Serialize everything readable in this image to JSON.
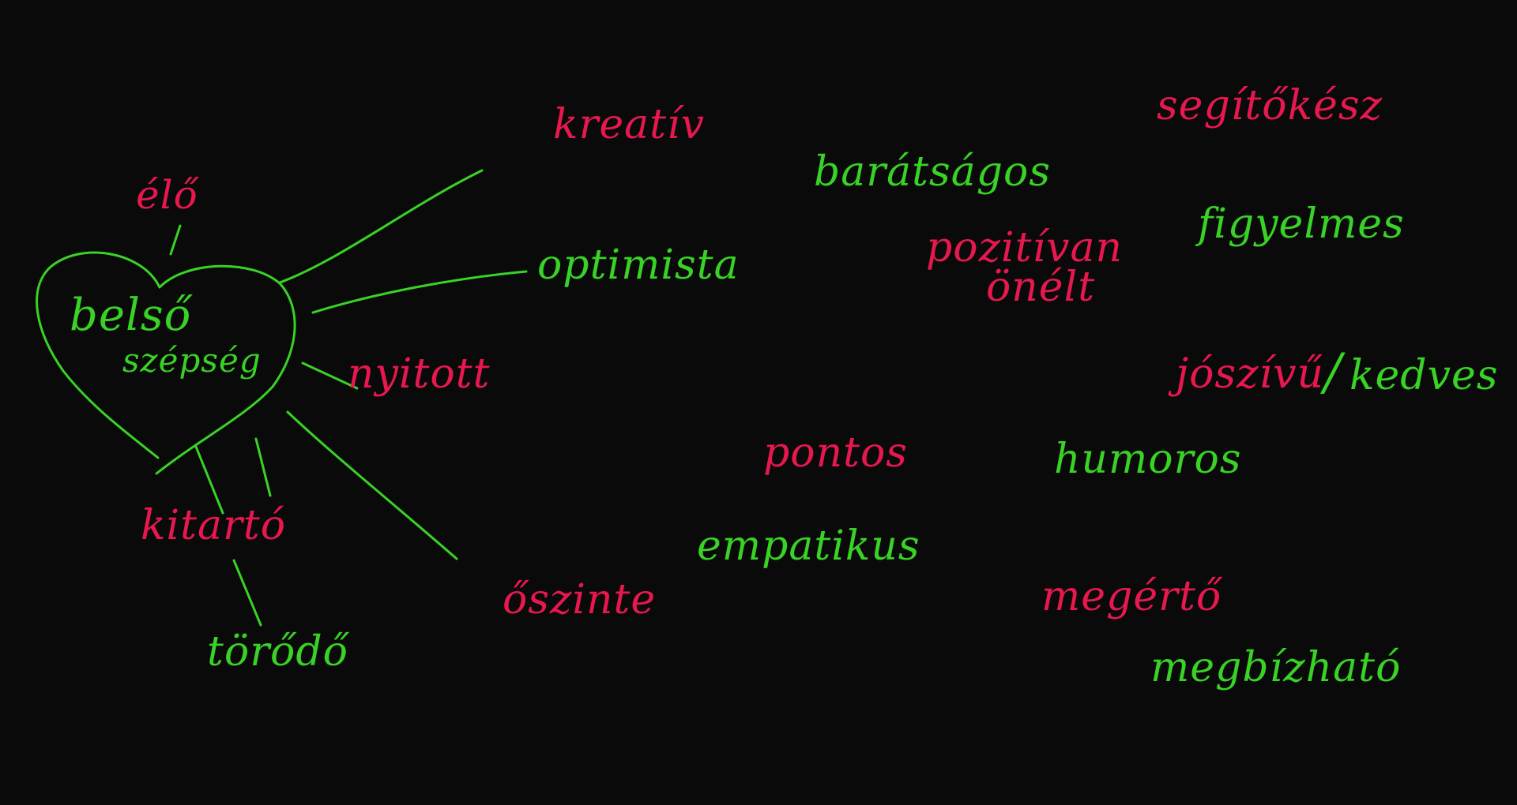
{
  "colors": {
    "background": "#0a0a0a",
    "green": "#39d226",
    "pink": "#e8184f"
  },
  "heart": {
    "line1": "belső",
    "line2": "szépség"
  },
  "words": {
    "elo": "élő",
    "kreativ": "kreatív",
    "optimista": "optimista",
    "nyitott": "nyitott",
    "kitarto": "kitartó",
    "torodo": "törődő",
    "oszinte": "őszinte",
    "baratsagos": "barátságos",
    "pozitivan": "pozitívan",
    "onelt": "önélt",
    "pontos": "pontos",
    "empatikus": "empatikus",
    "segitokesz": "segítőkész",
    "figyelmes": "figyelmes",
    "joszivu": "jószívű",
    "slash": "/",
    "kedves": "kedves",
    "humoros": "humoros",
    "megerto": "megértő",
    "megbizhato": "megbízható"
  }
}
